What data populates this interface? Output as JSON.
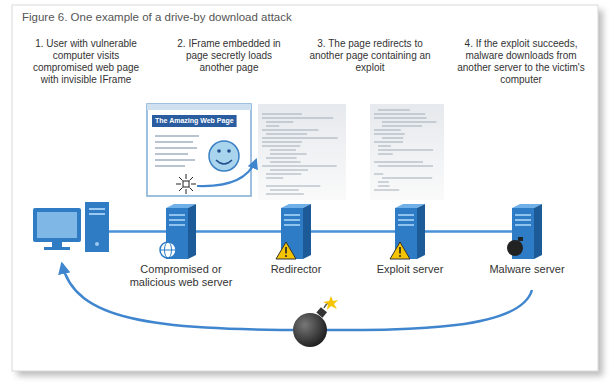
{
  "diagram": {
    "title": "Figure 6. One example of a drive-by download attack",
    "nodes": [
      {
        "text": [
          "Compromised or malicious web server"
        ]
      },
      {
        "text": [
          "Redirector"
        ]
      },
      {
        "text": [
          "Exploit server"
        ]
      },
      {
        "text": [
          "Malware server"
        ]
      }
    ],
    "edges": [
      {
        "from": 0,
        "to": 1,
        "arrow": "none"
      },
      {
        "from": 1,
        "to": 2,
        "arrow": "none"
      },
      {
        "from": 2,
        "to": 3,
        "arrow": "none"
      }
    ],
    "labels": [
      "1. User with vulnerable computer visits compromised web page with invisible IFrame",
      "2. IFrame embedded in page secretly loads another page",
      "3. The page redirects to another page containing an exploit",
      "4. If the exploit succeeds, malware downloads from another server to the victim's computer",
      "The Amazing Web Page"
    ]
  }
}
